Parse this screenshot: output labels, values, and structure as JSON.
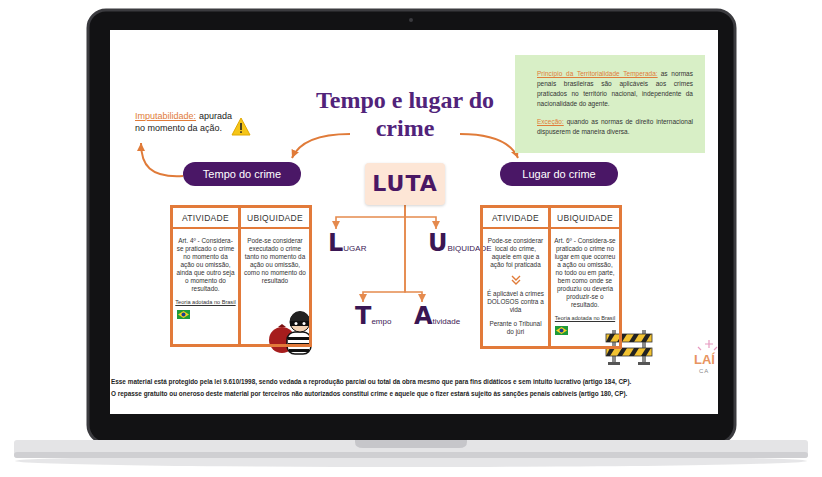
{
  "diagram": {
    "title": "Tempo e lugar do crime",
    "nodes": [
      {
        "text": [
          "LUTA"
        ]
      },
      {
        "text": [
          "LUGAR"
        ]
      },
      {
        "text": [
          "UBIQUIDADE"
        ]
      },
      {
        "text": [
          "Tempo"
        ]
      },
      {
        "text": [
          "Atividade"
        ]
      },
      {
        "text": [
          "Tempo do crime"
        ]
      },
      {
        "text": [
          "ATIVIDADE",
          "Art. 4º - Considera-se praticado o crime no momento da ação ou omissão, ainda que outro seja o momento do resultado.",
          "Teoria adotada no Brasil"
        ]
      },
      {
        "text": [
          "UBIQUIDADE",
          "Pode-se considerar executado o crime tanto no momento da ação ou omissão, como no momento do resultado"
        ]
      },
      {
        "text": [
          "Lugar do crime"
        ]
      },
      {
        "text": [
          "ATIVIDADE",
          "Pode-se considerar local do crime, aquele em que a ação foi praticada",
          "É aplicável à crimes DOLOSOS contra a vida",
          "Perante o Tribunal do júri"
        ]
      },
      {
        "text": [
          "UBIQUIDADE",
          "Art. 6º - Considera-se praticado o crime no lugar em que ocorreu a ação ou omissão, no todo ou em parte, bem como onde se produziu ou deveria produzir-se o resultado.",
          "Teoria adotada no Brasil"
        ]
      },
      {
        "text": [
          "Princípio da Territorialidade Temperada:",
          "as normas penais brasileiras são aplicáveis aos crimes praticados no território nacional, independente da nacionalidade do agente.",
          "Exceção:",
          "quando as normas de direito internacional dispuserem de maneira diversa."
        ]
      }
    ],
    "edges": [
      {
        "from": 0,
        "to": 1,
        "arrow": "to"
      },
      {
        "from": 0,
        "to": 2,
        "arrow": "to"
      },
      {
        "from": 0,
        "to": 3,
        "arrow": "to"
      },
      {
        "from": 0,
        "to": 4,
        "arrow": "to"
      }
    ],
    "labels": [
      "Imputabilidade:",
      "apurada no momento da ação.",
      "Esse material está protegido pela lei 9.610/1998, sendo vedada a reprodução parcial ou total da obra mesmo que para fins didáticos e sem intuito lucrativo (artigo 184, CP).",
      "O repasse gratuito ou oneroso deste material por terceiros não autorizados constitui crime e aquele que o fizer estará sujeito às sanções penais cabíveis (artigo 180, CP).",
      "LAÍ",
      "CA"
    ]
  }
}
